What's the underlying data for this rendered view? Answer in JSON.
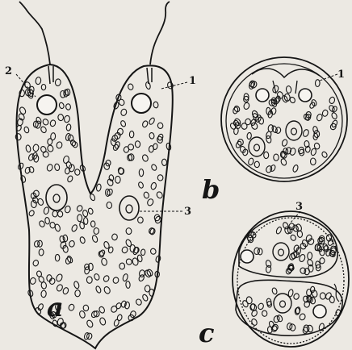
{
  "figure": {
    "panel_labels": {
      "a": "a",
      "b": "b",
      "c": "c"
    },
    "part_labels": {
      "one_a": "1",
      "two": "2",
      "three_a": "3",
      "one_b": "1",
      "three_c": "3"
    },
    "colors": {
      "paper": "#ece9e3",
      "ink": "#151515"
    }
  }
}
